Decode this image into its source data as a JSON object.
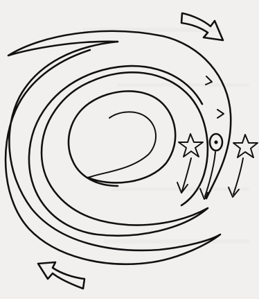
{
  "diagram": {
    "elements": [
      "spiral-arm-outer",
      "spiral-arm-middle",
      "spiral-arm-inner",
      "rotation-arrow-top-right",
      "rotation-arrow-bottom-left",
      "star-inner",
      "circle-star-middle",
      "star-outer",
      "velocity-arrow-inner",
      "velocity-arrow-middle",
      "velocity-arrow-outer"
    ],
    "colors": {
      "ink": "#111111",
      "paper": "#f2f0ef"
    }
  }
}
